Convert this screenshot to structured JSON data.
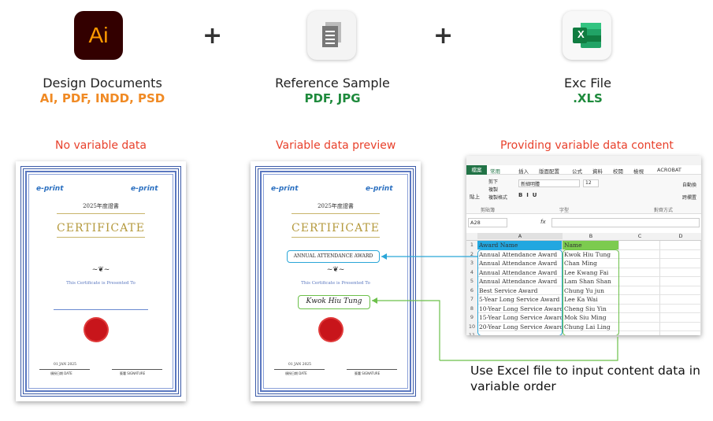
{
  "top": {
    "ai_icon_text": "Ai",
    "col1_title": "Design Documents",
    "col1_sub": "AI, PDF, INDD, PSD",
    "col2_title": "Reference Sample",
    "col2_sub": "PDF, JPG",
    "col3_title": "Exc File",
    "col3_sub": ".XLS",
    "plus": "+",
    "excel_icon_text": "X"
  },
  "sections": {
    "no_variable": "No variable data",
    "preview": "Variable data preview",
    "providing": "Providing variable data content"
  },
  "certificate": {
    "logo_left": "e-print",
    "logo_right": "e-print",
    "year_title": "2025年度證書",
    "title": "CERTIFICATE",
    "presented": "This Certificate is Presented To",
    "date": "01 JAN 2025",
    "date_label": "頒授日期 DATE",
    "sig_label": "簽署 SIGNATURE",
    "preview_award": "ANNUAL ATTENDANCE AWARD",
    "preview_name": "Kwok Hiu Tung"
  },
  "excel": {
    "tabs": [
      "檔案",
      "常用",
      "插入",
      "版面配置",
      "公式",
      "資料",
      "校閱",
      "檢視",
      "ACROBAT"
    ],
    "clipboard": [
      "剪下",
      "複製",
      "複製格式"
    ],
    "paste": "貼上",
    "group_clipboard": "剪貼簿",
    "font_name": "新細明體",
    "font_size": "12",
    "group_font": "字型",
    "group_align": "對齊方式",
    "wrap": "自動換",
    "merge": "跨欄置",
    "cell_ref": "A28",
    "fx": "fx",
    "columns": [
      "A",
      "B",
      "C",
      "D"
    ],
    "rows": [
      [
        "Award Name",
        "Name"
      ],
      [
        "Annual  Attendance Award",
        "Kwok Hiu Tung"
      ],
      [
        "Annual  Attendance Award",
        "Chan Ming"
      ],
      [
        "Annual  Attendance Award",
        "Lee Kwang Fai"
      ],
      [
        "Annual  Attendance Award",
        " Lam Shan Shan"
      ],
      [
        "Best Service Award",
        "Chung Yu jun"
      ],
      [
        "5-Year Long Service Award",
        "Lee Ka Wai"
      ],
      [
        "10-Year Long Service Award",
        "Cheng Siu Yin"
      ],
      [
        "15-Year Long Service Award",
        " Mok Siu Ming"
      ],
      [
        "20-Year Long Service Award",
        "Chung Lai Ling"
      ],
      [
        "",
        ""
      ],
      [
        "",
        ""
      ]
    ]
  },
  "caption": {
    "line1": "Use Excel file to input content data in",
    "line2": "variable order"
  },
  "colors": {
    "orange": "#f08a24",
    "green": "#1e8a3c",
    "red": "#e8412c",
    "blue_link": "#2aa6d8",
    "green_link": "#6cc04a",
    "header_blue": "#22a7e0",
    "header_green": "#7ccb4f"
  }
}
